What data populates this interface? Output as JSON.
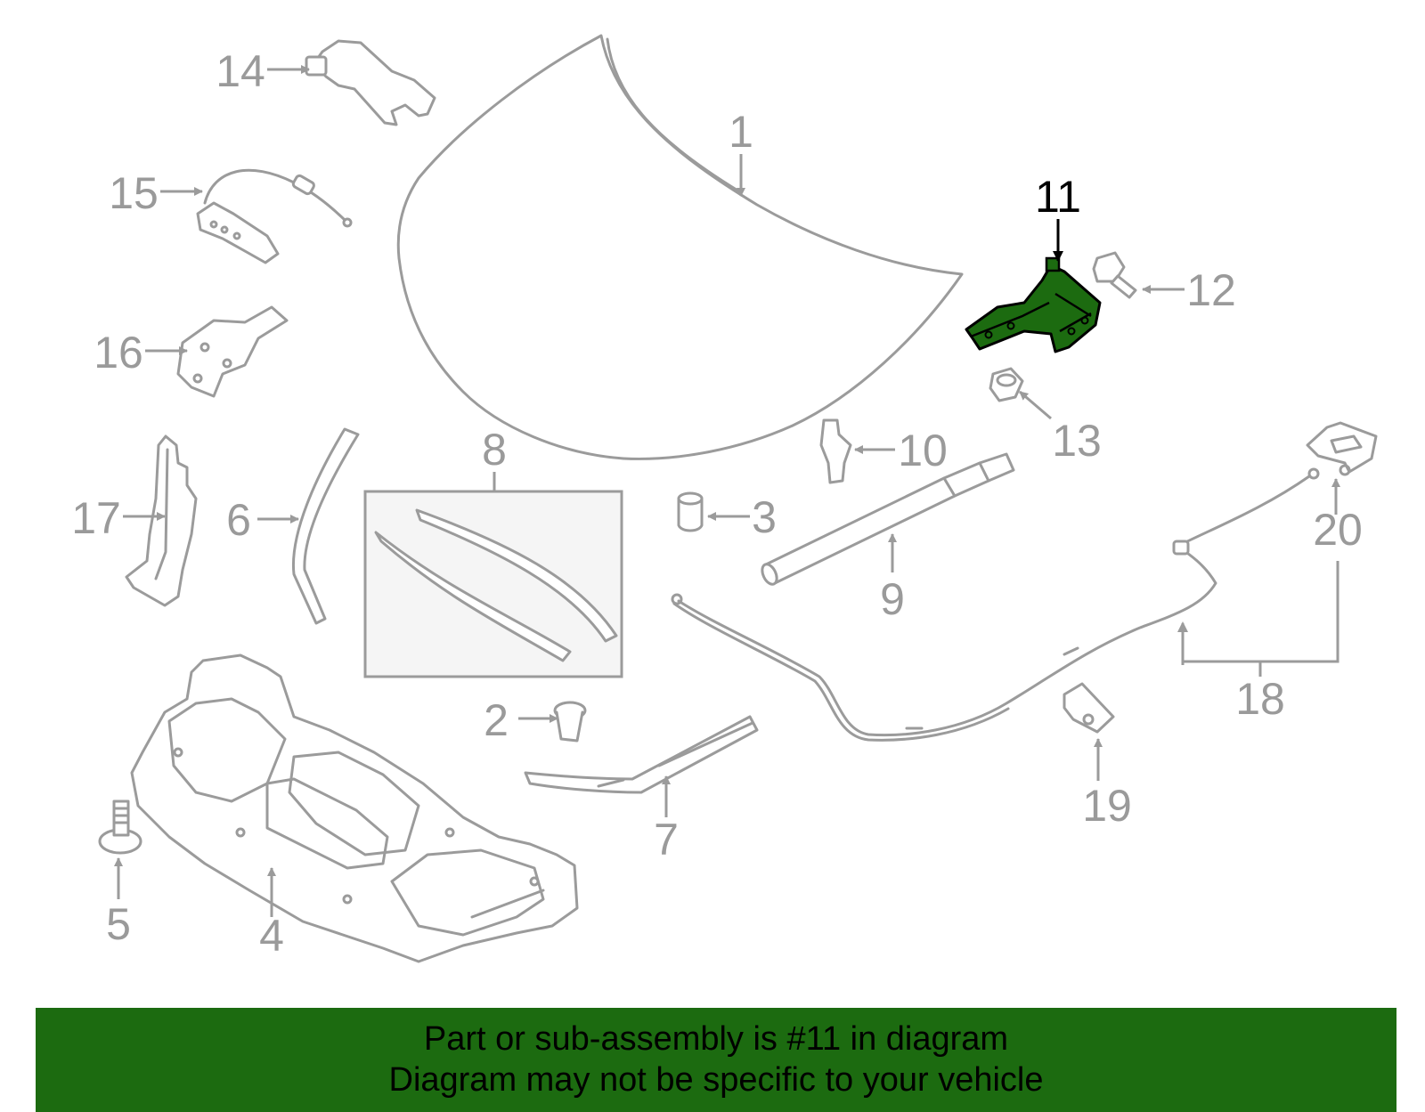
{
  "callouts": {
    "c1": "1",
    "c2": "2",
    "c3": "3",
    "c4": "4",
    "c5": "5",
    "c6": "6",
    "c7": "7",
    "c8": "8",
    "c9": "9",
    "c10": "10",
    "c11": "11",
    "c12": "12",
    "c13": "13",
    "c14": "14",
    "c15": "15",
    "c16": "16",
    "c17": "17",
    "c18": "18",
    "c19": "19",
    "c20": "20"
  },
  "highlight": {
    "part": "11",
    "color": "#1c6b10"
  },
  "colors": {
    "part_outline": "#9b9b9b",
    "banner_background": "#1c6b10",
    "banner_text": "#000000"
  },
  "banner": {
    "line1": "Part or sub-assembly is #11 in diagram",
    "line2": "Diagram may not be specific to your vehicle"
  }
}
